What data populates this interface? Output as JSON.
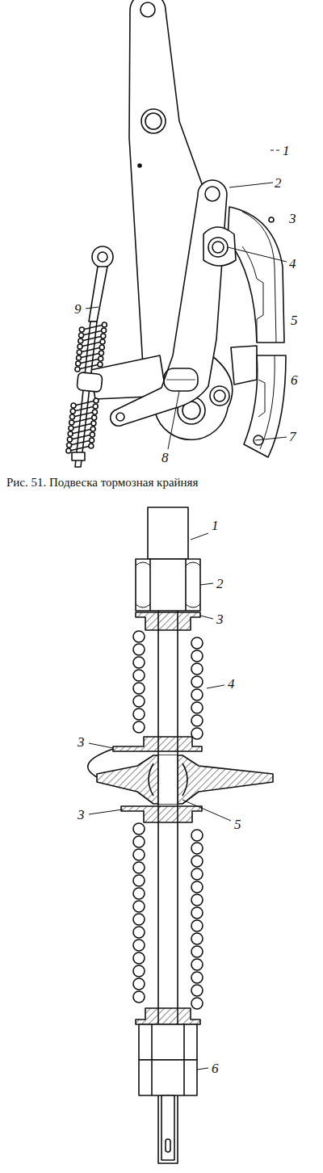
{
  "diagram": {
    "caption": "Рис. 51. Подвеска тормозная крайняя",
    "labels": [
      "1",
      "2",
      "3",
      "4",
      "5",
      "6",
      "7",
      "8",
      "9",
      "1",
      "2",
      "3",
      "4",
      "3",
      "5",
      "3",
      "6"
    ]
  }
}
